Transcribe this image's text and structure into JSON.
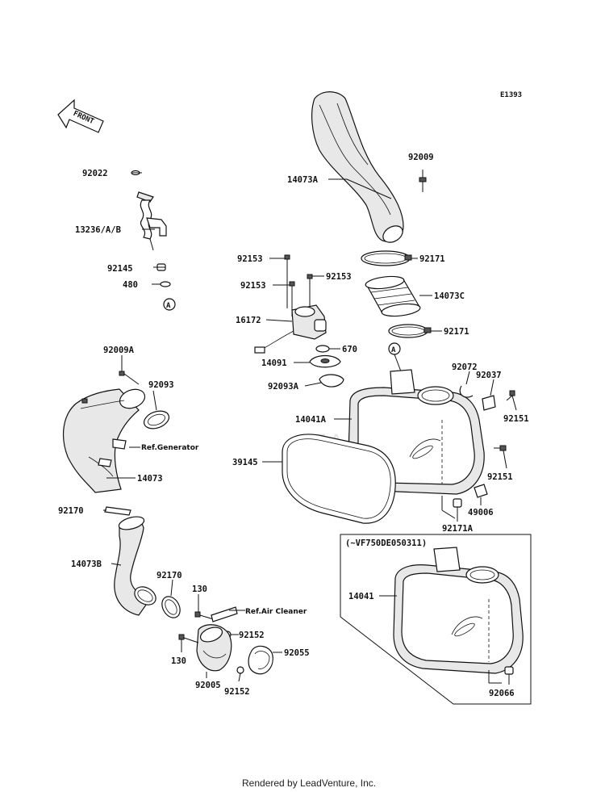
{
  "diagram_code": "E1393",
  "front_label": "FRONT",
  "variant_box_label": "(~VF750DE050311)",
  "ref_generator": "Ref.Generator",
  "ref_air_cleaner": "Ref.Air Cleaner",
  "circle_marker": "A",
  "watermark": "LEADVENTURE",
  "footer": "Rendered by LeadVenture, Inc.",
  "parts": {
    "p92022": "92022",
    "p13236": "13236/A/B",
    "p92145": "92145",
    "p480": "480",
    "p92009": "92009",
    "p14073A": "14073A",
    "p92171_top": "92171",
    "p14073C": "14073C",
    "p92171_mid": "92171",
    "p92153_a": "92153",
    "p92153_b": "92153",
    "p92153_c": "92153",
    "p16172": "16172",
    "p670": "670",
    "p14091": "14091",
    "p92093A": "92093A",
    "p92072": "92072",
    "p92037": "92037",
    "p14041A": "14041A",
    "p92151_a": "92151",
    "p92009A": "92009A",
    "p92093": "92093",
    "p39145": "39145",
    "p92151_b": "92151",
    "p14073": "14073",
    "p49006": "49006",
    "p92171A": "92171A",
    "p92170_a": "92170",
    "p14073B": "14073B",
    "p92170_b": "92170",
    "p130_a": "130",
    "p92152_a": "92152",
    "p92055": "92055",
    "p130_b": "130",
    "p92005": "92005",
    "p92152_b": "92152",
    "p14041": "14041",
    "p92066": "92066"
  }
}
